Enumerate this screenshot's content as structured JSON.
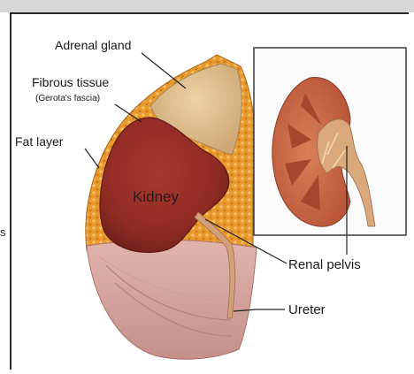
{
  "labels": {
    "adrenal": "Adrenal gland",
    "fibrous": "Fibrous tissue",
    "gerota": "(Gerota's fascia)",
    "fat": "Fat layer",
    "kidney": "Kidney",
    "pelvis": "Renal pelvis",
    "ureter": "Ureter"
  },
  "edge_mark": "s",
  "colors": {
    "kidney": "#8f2b24",
    "adrenal": "#d9b98a",
    "fat": "#e79a2a",
    "membrane": "#d9a7a0",
    "inset_cortex": "#c96a42",
    "inset_medulla": "#b24e34",
    "ureter": "#d4a07a"
  }
}
